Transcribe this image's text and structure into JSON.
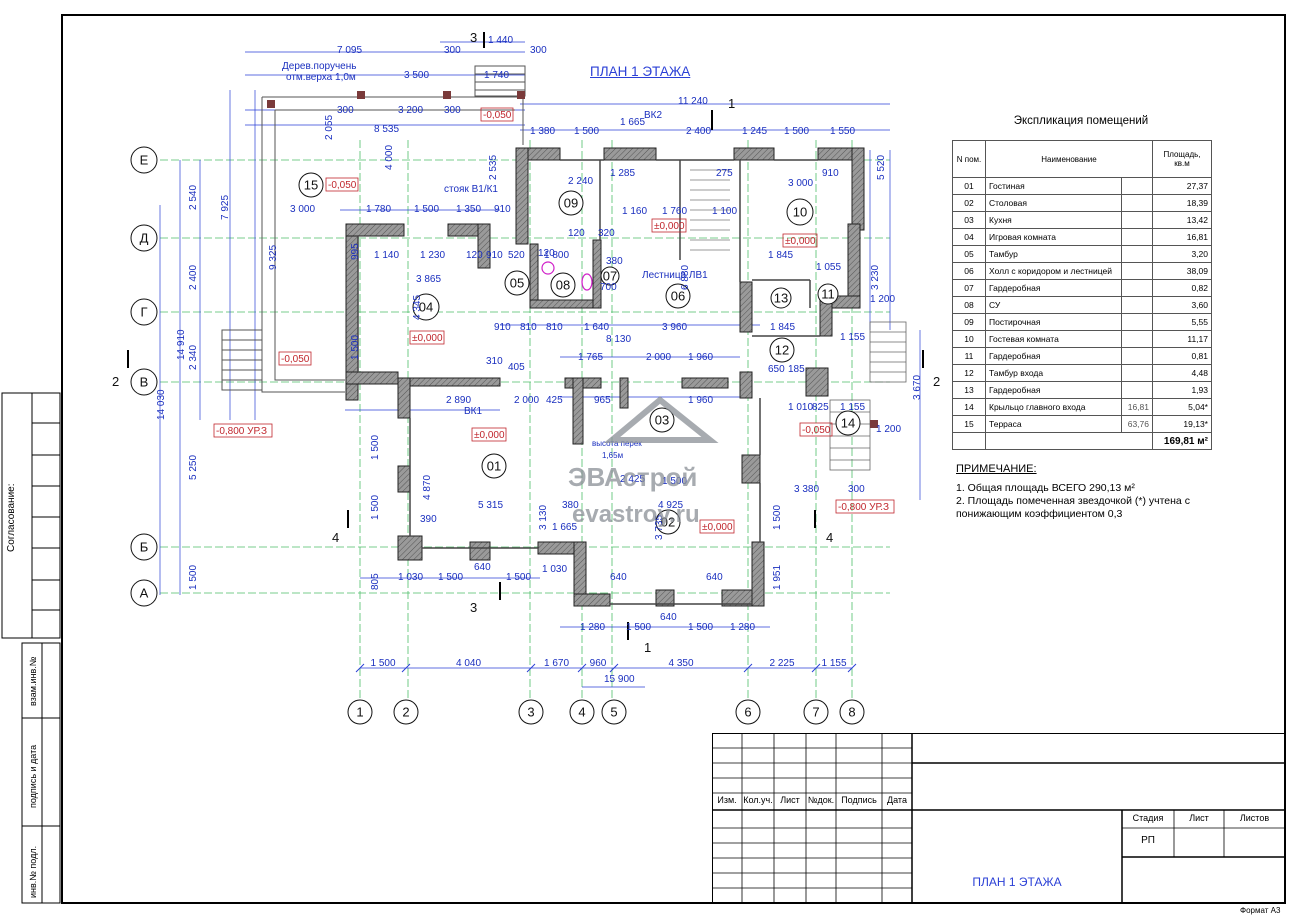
{
  "plan_title": "ПЛАН 1 ЭТАЖА",
  "format_label": "Формат А3",
  "explication": {
    "title": "Экспликация помещений",
    "headers": [
      "N пом.",
      "Наименование",
      "Площадь, кв.м"
    ],
    "rows": [
      {
        "n": "01",
        "name": "Гостиная",
        "extra": "",
        "area": "27,37"
      },
      {
        "n": "02",
        "name": "Столовая",
        "extra": "",
        "area": "18,39"
      },
      {
        "n": "03",
        "name": "Кухня",
        "extra": "",
        "area": "13,42"
      },
      {
        "n": "04",
        "name": "Игровая комната",
        "extra": "",
        "area": "16,81"
      },
      {
        "n": "05",
        "name": "Тамбур",
        "extra": "",
        "area": "3,20"
      },
      {
        "n": "06",
        "name": "Холл с коридором и лестницей",
        "extra": "",
        "area": "38,09"
      },
      {
        "n": "07",
        "name": "Гардеробная",
        "extra": "",
        "area": "0,82"
      },
      {
        "n": "08",
        "name": "СУ",
        "extra": "",
        "area": "3,60"
      },
      {
        "n": "09",
        "name": "Постирочная",
        "extra": "",
        "area": "5,55"
      },
      {
        "n": "10",
        "name": "Гостевая комната",
        "extra": "",
        "area": "11,17"
      },
      {
        "n": "11",
        "name": "Гардеробная",
        "extra": "",
        "area": "0,81"
      },
      {
        "n": "12",
        "name": "Тамбур входа",
        "extra": "",
        "area": "4,48"
      },
      {
        "n": "13",
        "name": "Гардеробная",
        "extra": "",
        "area": "1,93"
      },
      {
        "n": "14",
        "name": "Крыльцо главного входа",
        "extra": "16,81",
        "area": "5,04*"
      },
      {
        "n": "15",
        "name": "Терраса",
        "extra": "63,76",
        "area": "19,13*"
      }
    ],
    "total": "169,81 м²"
  },
  "notes": {
    "heading": "ПРИМЕЧАНИЕ:",
    "line1": "1. Общая площадь ВСЕГО 290,13 м²",
    "line2": "2. Площадь помеченная звездочкой (*) учтена с понижающим коэффициентом 0,3"
  },
  "title_block": {
    "cols": [
      "Изм.",
      "Кол.уч.",
      "Лист",
      "№док.",
      "Подпись",
      "Дата"
    ],
    "stage_header": "Стадия",
    "sheet_header": "Лист",
    "sheets_header": "Листов",
    "stage_value": "РП",
    "drawing_name": "ПЛАН 1 ЭТАЖА"
  },
  "side_stamp": {
    "agreed": "Согласование:",
    "inv_vzam": "взам.инв.№",
    "sign_date": "подпись и дата",
    "inv_podl": "инв.№ подл."
  },
  "axes": {
    "rows": [
      "Е",
      "Д",
      "Г",
      "В",
      "Б",
      "А"
    ],
    "cols": [
      "1",
      "2",
      "3",
      "4",
      "5",
      "6",
      "7",
      "8"
    ]
  },
  "rooms": [
    "01",
    "02",
    "03",
    "04",
    "05",
    "06",
    "07",
    "08",
    "09",
    "10",
    "11",
    "12",
    "13",
    "14",
    "15"
  ],
  "levels": [
    "-0,050",
    "±0,000",
    "-0,800 УР.З"
  ],
  "labels": {
    "railing": "Дерев.поручень",
    "railing_top": "отм.верха 1,0м",
    "riser": "стояк В1/К1",
    "stair": "Лестница ЛВ1",
    "vk1": "ВК1",
    "vk2": "ВК2",
    "ceiling1": "высота перек",
    "ceiling2": "1,65м"
  },
  "bottom_dims": [
    "1 500",
    "4 040",
    "1 670",
    "960",
    "4 350",
    "2 225",
    "1 155"
  ],
  "total_width": "15 900",
  "watermark": {
    "brand": "ЭВАстрой",
    "site": "evastroy.ru"
  }
}
